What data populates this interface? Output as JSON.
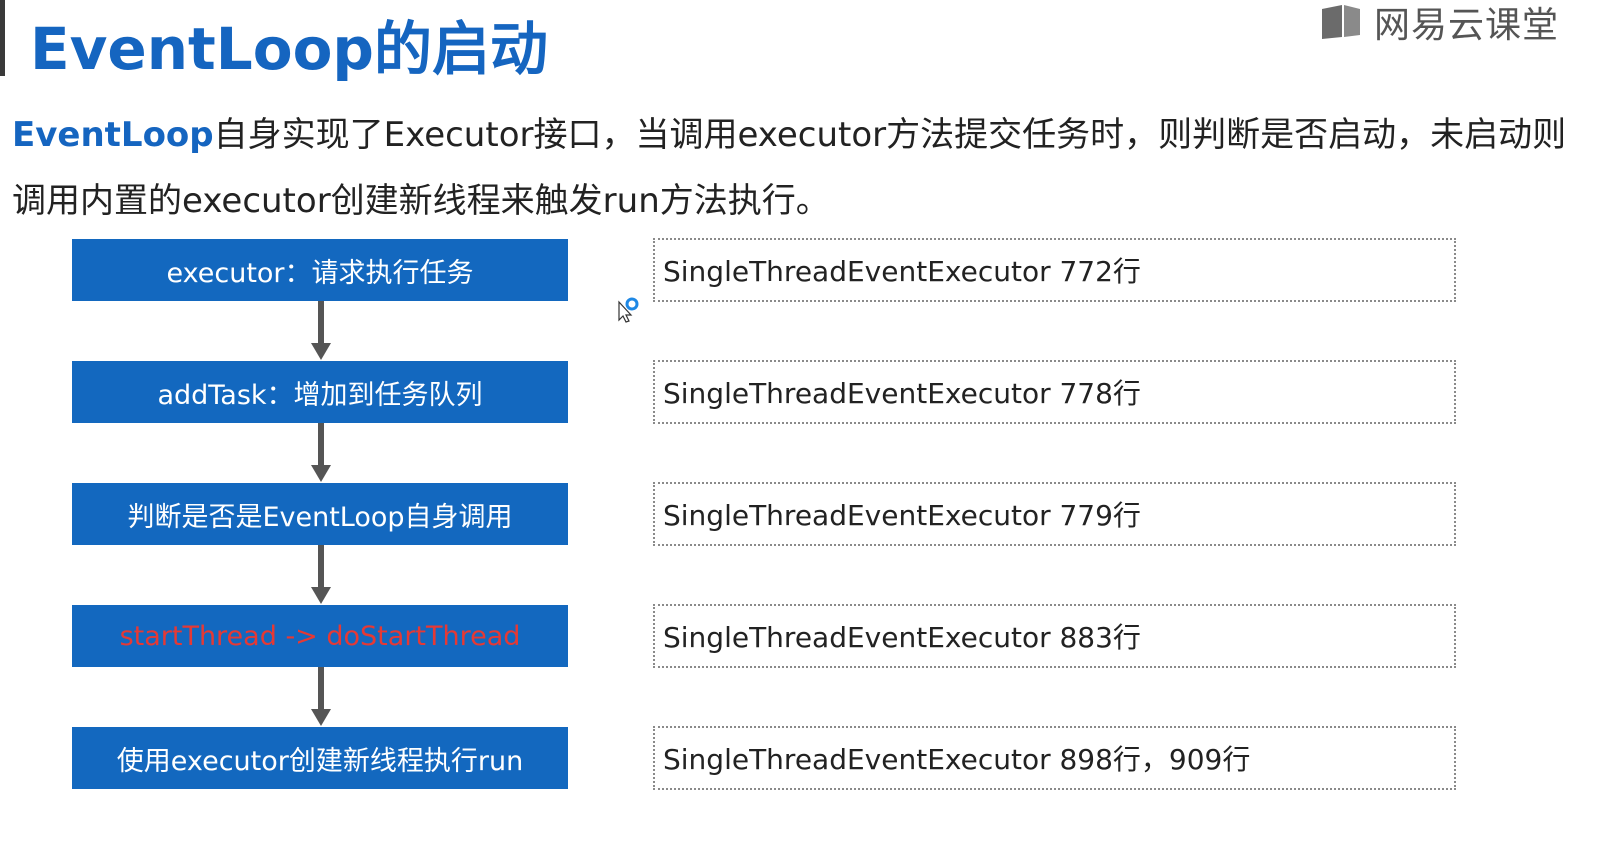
{
  "slide": {
    "title": "EventLoop的启动",
    "brand": "网易云课堂",
    "intro_highlight": "EventLoop",
    "intro_rest": "自身实现了Executor接口，当调用executor方法提交任务时，则判断是否启动，未启动则调用内置的executor创建新线程来触发run方法执行。"
  },
  "flow": {
    "steps": [
      {
        "label": "executor：请求执行任务",
        "ref": "SingleThreadEventExecutor 772行"
      },
      {
        "label": "addTask：增加到任务队列",
        "ref": "SingleThreadEventExecutor 778行"
      },
      {
        "label": "判断是否是EventLoop自身调用",
        "ref": "SingleThreadEventExecutor 779行"
      },
      {
        "label": "startThread -> doStartThread",
        "ref": "SingleThreadEventExecutor 883行"
      },
      {
        "label": "使用executor创建新线程执行run",
        "ref": "SingleThreadEventExecutor 898行，909行"
      }
    ]
  },
  "colors": {
    "title": "#1565c0",
    "box_fill": "#1368bf",
    "box_text": "#ffffff",
    "highlight_text": "#e53935",
    "arrow": "#555555"
  },
  "icons": {
    "brand": "book-logo-icon",
    "cursor": "mouse-cursor-icon"
  }
}
